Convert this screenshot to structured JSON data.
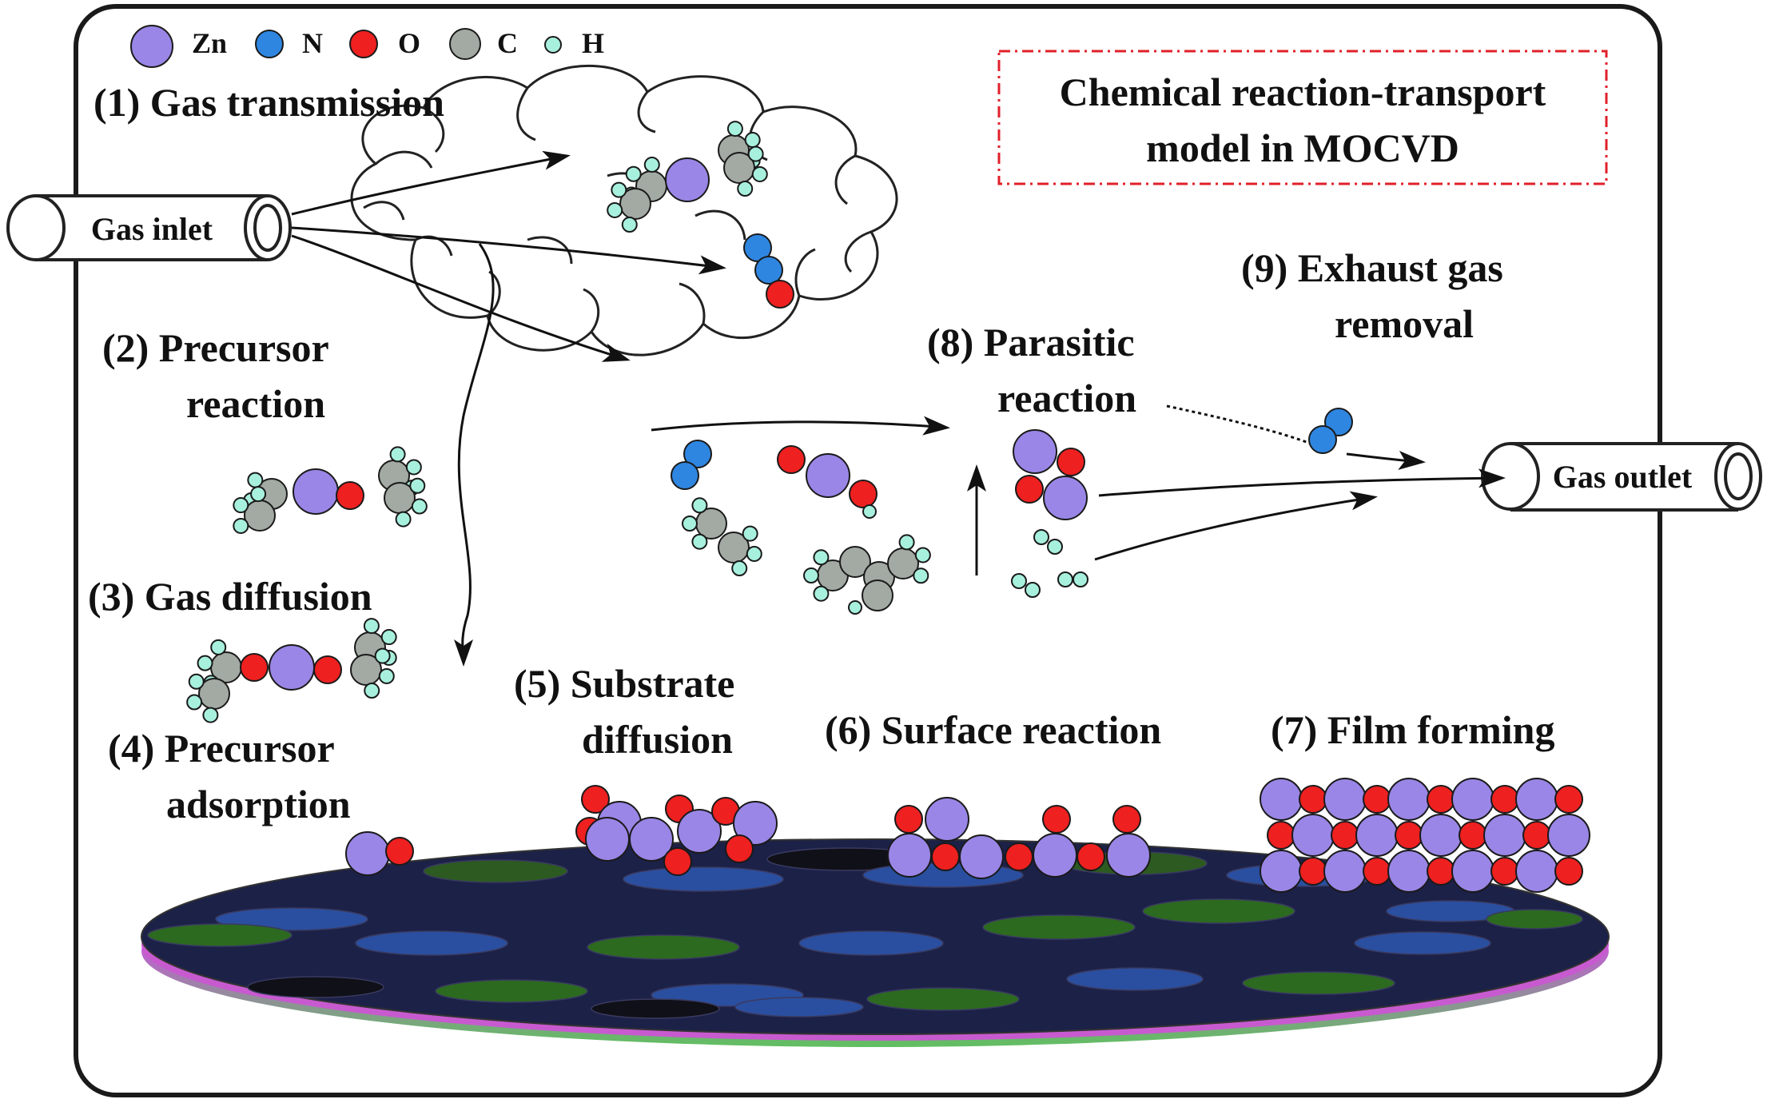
{
  "colors": {
    "zn": "#9a86e6",
    "n": "#2f86e0",
    "o": "#ee2020",
    "c": "#a3aaa3",
    "h": "#a8f0de",
    "stroke": "#1a1a1a",
    "title_border": "#e0202a",
    "substrate": "#1c2148"
  },
  "legend": {
    "zn": "Zn",
    "n": "N",
    "o": "O",
    "c": "C",
    "h": "H"
  },
  "title": {
    "line1": "Chemical reaction-transport",
    "line2": "model in MOCVD"
  },
  "pipes": {
    "inlet": "Gas inlet",
    "outlet": "Gas outlet"
  },
  "steps": {
    "s1": "(1) Gas transmission",
    "s2_line1": "(2) Precursor",
    "s2_line2": "reaction",
    "s3": "(3) Gas diffusion",
    "s4_line1": "(4) Precursor",
    "s4_line2": "adsorption",
    "s5_line1": "(5) Substrate",
    "s5_line2": "diffusion",
    "s6": "(6) Surface reaction",
    "s7": "(7) Film forming",
    "s8_line1": "(8) Parasitic",
    "s8_line2": "reaction",
    "s9_line1": "(9) Exhaust gas",
    "s9_line2": "removal"
  },
  "icons": [
    "gas-inlet-pipe-icon",
    "gas-outlet-pipe-icon",
    "gas-cloud-icon",
    "substrate-wafer-icon",
    "molecule-icon",
    "arrow-icon"
  ]
}
